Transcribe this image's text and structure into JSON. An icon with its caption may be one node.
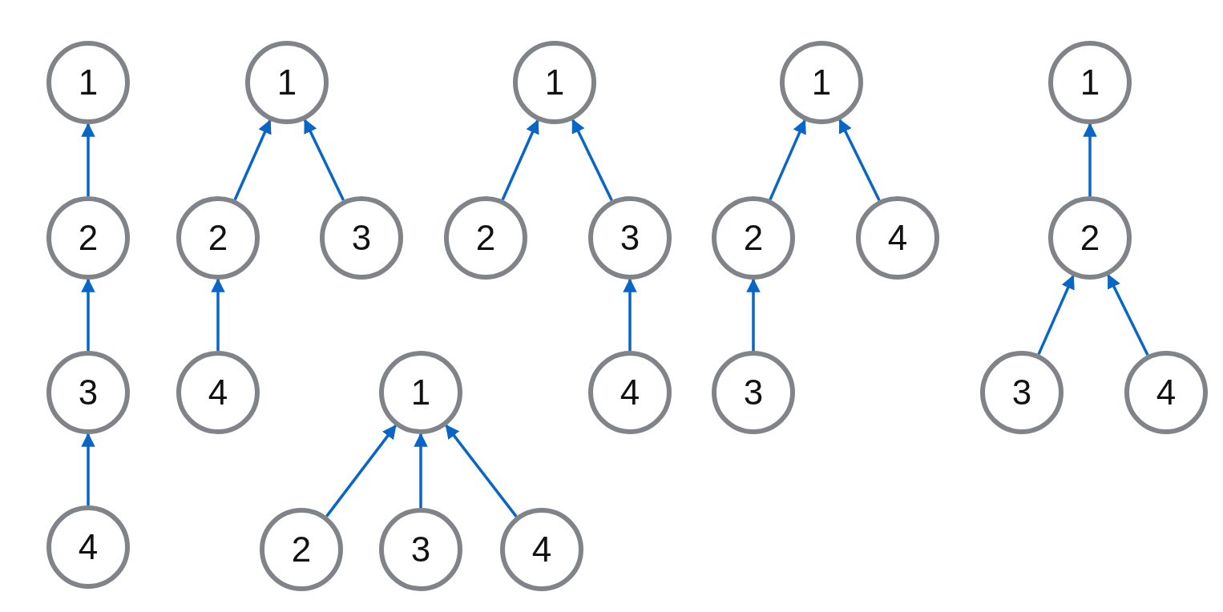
{
  "diagram": {
    "nodes": [
      {
        "text": [
          "1"
        ]
      },
      {
        "text": [
          "2"
        ]
      },
      {
        "text": [
          "3"
        ]
      },
      {
        "text": [
          "4"
        ]
      },
      {
        "text": [
          "1"
        ]
      },
      {
        "text": [
          "2"
        ]
      },
      {
        "text": [
          "3"
        ]
      },
      {
        "text": [
          "4"
        ]
      },
      {
        "text": [
          "1"
        ]
      },
      {
        "text": [
          "2"
        ]
      },
      {
        "text": [
          "3"
        ]
      },
      {
        "text": [
          "4"
        ]
      },
      {
        "text": [
          "1"
        ]
      },
      {
        "text": [
          "2"
        ]
      },
      {
        "text": [
          "4"
        ]
      },
      {
        "text": [
          "3"
        ]
      },
      {
        "text": [
          "1"
        ]
      },
      {
        "text": [
          "2"
        ]
      },
      {
        "text": [
          "3"
        ]
      },
      {
        "text": [
          "4"
        ]
      },
      {
        "text": [
          "1"
        ]
      },
      {
        "text": [
          "2"
        ]
      },
      {
        "text": [
          "3"
        ]
      },
      {
        "text": [
          "4"
        ]
      }
    ],
    "edges": [
      {
        "from": 1,
        "to": 0,
        "arrow": "to"
      },
      {
        "from": 2,
        "to": 1,
        "arrow": "to"
      },
      {
        "from": 3,
        "to": 2,
        "arrow": "to"
      },
      {
        "from": 5,
        "to": 4,
        "arrow": "to"
      },
      {
        "from": 6,
        "to": 4,
        "arrow": "to"
      },
      {
        "from": 7,
        "to": 5,
        "arrow": "to"
      },
      {
        "from": 9,
        "to": 8,
        "arrow": "to"
      },
      {
        "from": 10,
        "to": 8,
        "arrow": "to"
      },
      {
        "from": 11,
        "to": 10,
        "arrow": "to"
      },
      {
        "from": 13,
        "to": 12,
        "arrow": "to"
      },
      {
        "from": 14,
        "to": 12,
        "arrow": "to"
      },
      {
        "from": 15,
        "to": 13,
        "arrow": "to"
      },
      {
        "from": 17,
        "to": 16,
        "arrow": "to"
      },
      {
        "from": 18,
        "to": 17,
        "arrow": "to"
      },
      {
        "from": 19,
        "to": 17,
        "arrow": "to"
      },
      {
        "from": 21,
        "to": 20,
        "arrow": "to"
      },
      {
        "from": 22,
        "to": 20,
        "arrow": "to"
      },
      {
        "from": 23,
        "to": 20,
        "arrow": "to"
      }
    ]
  }
}
